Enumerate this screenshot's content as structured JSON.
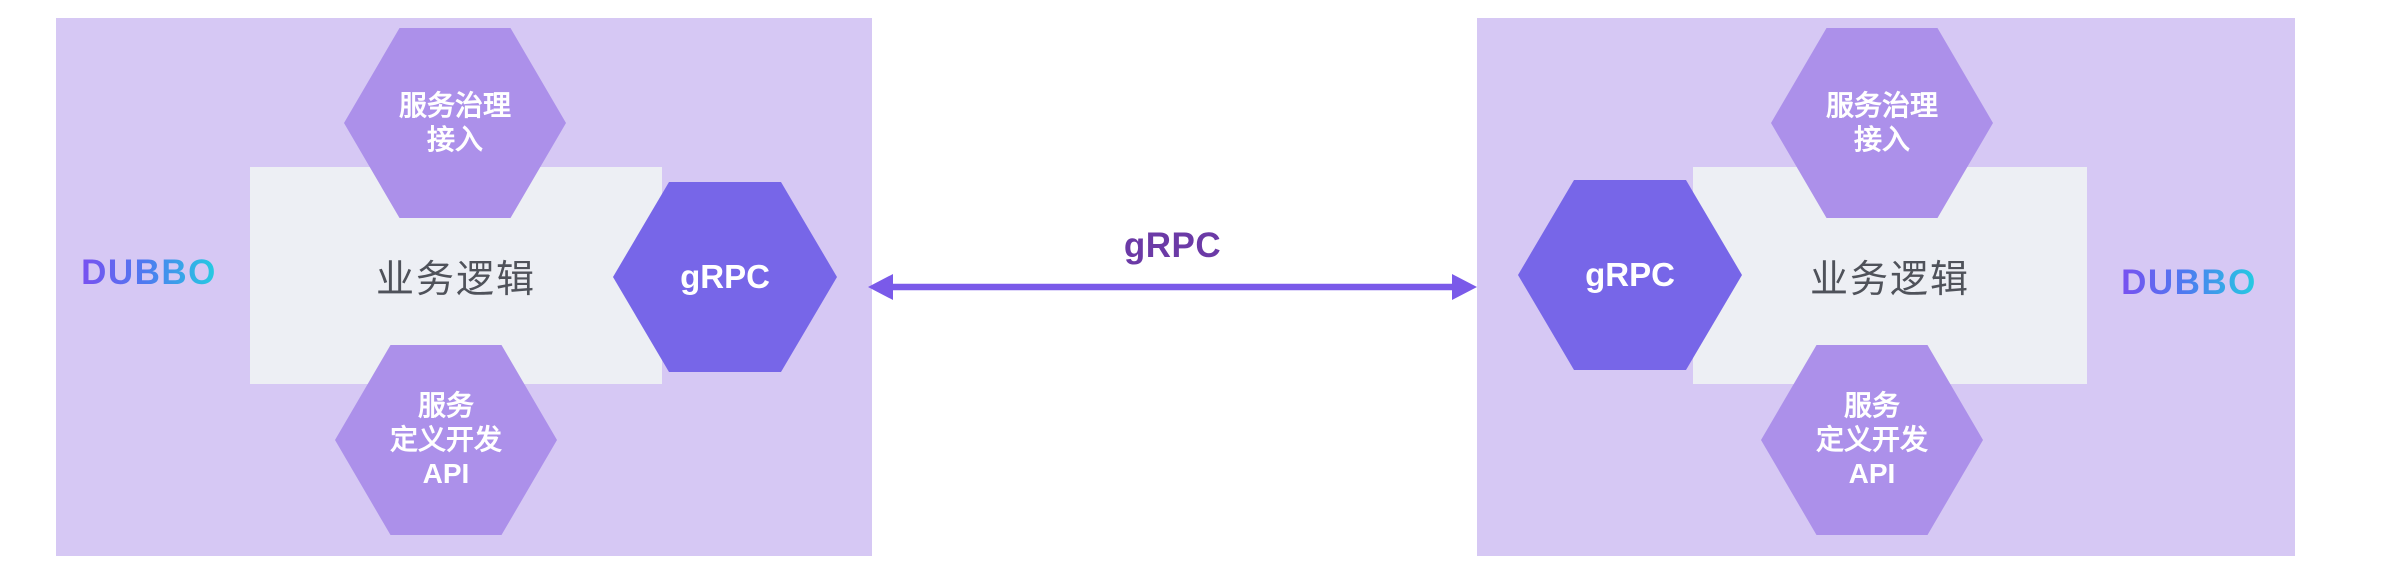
{
  "link": {
    "label": "gRPC"
  },
  "nodes": [
    {
      "logo": "DUBBO",
      "top_hex_lines": [
        "服务治理",
        "接入"
      ],
      "bottom_hex_lines": [
        "服务",
        "定义开发",
        "API"
      ],
      "grpc_label": "gRPC",
      "panel_label": "业务逻辑"
    },
    {
      "logo": "DUBBO",
      "top_hex_lines": [
        "服务治理",
        "接入"
      ],
      "bottom_hex_lines": [
        "服务",
        "定义开发",
        "API"
      ],
      "grpc_label": "gRPC",
      "panel_label": "业务逻辑"
    }
  ],
  "colors": {
    "box_bg": "#d6c8f4",
    "panel_bg": "#edeff4",
    "small_hex": "#ac90ea",
    "grpc_hex": "#7766e8",
    "arrow": "#7a5ae9",
    "link_label_text": "#6b3aa6",
    "logic_text": "#4f525a",
    "hex_text": "#ffffff",
    "logo_gradient_start": "#7d4cf0",
    "logo_gradient_mid": "#4e7bf0",
    "logo_gradient_end": "#20d5e0"
  }
}
